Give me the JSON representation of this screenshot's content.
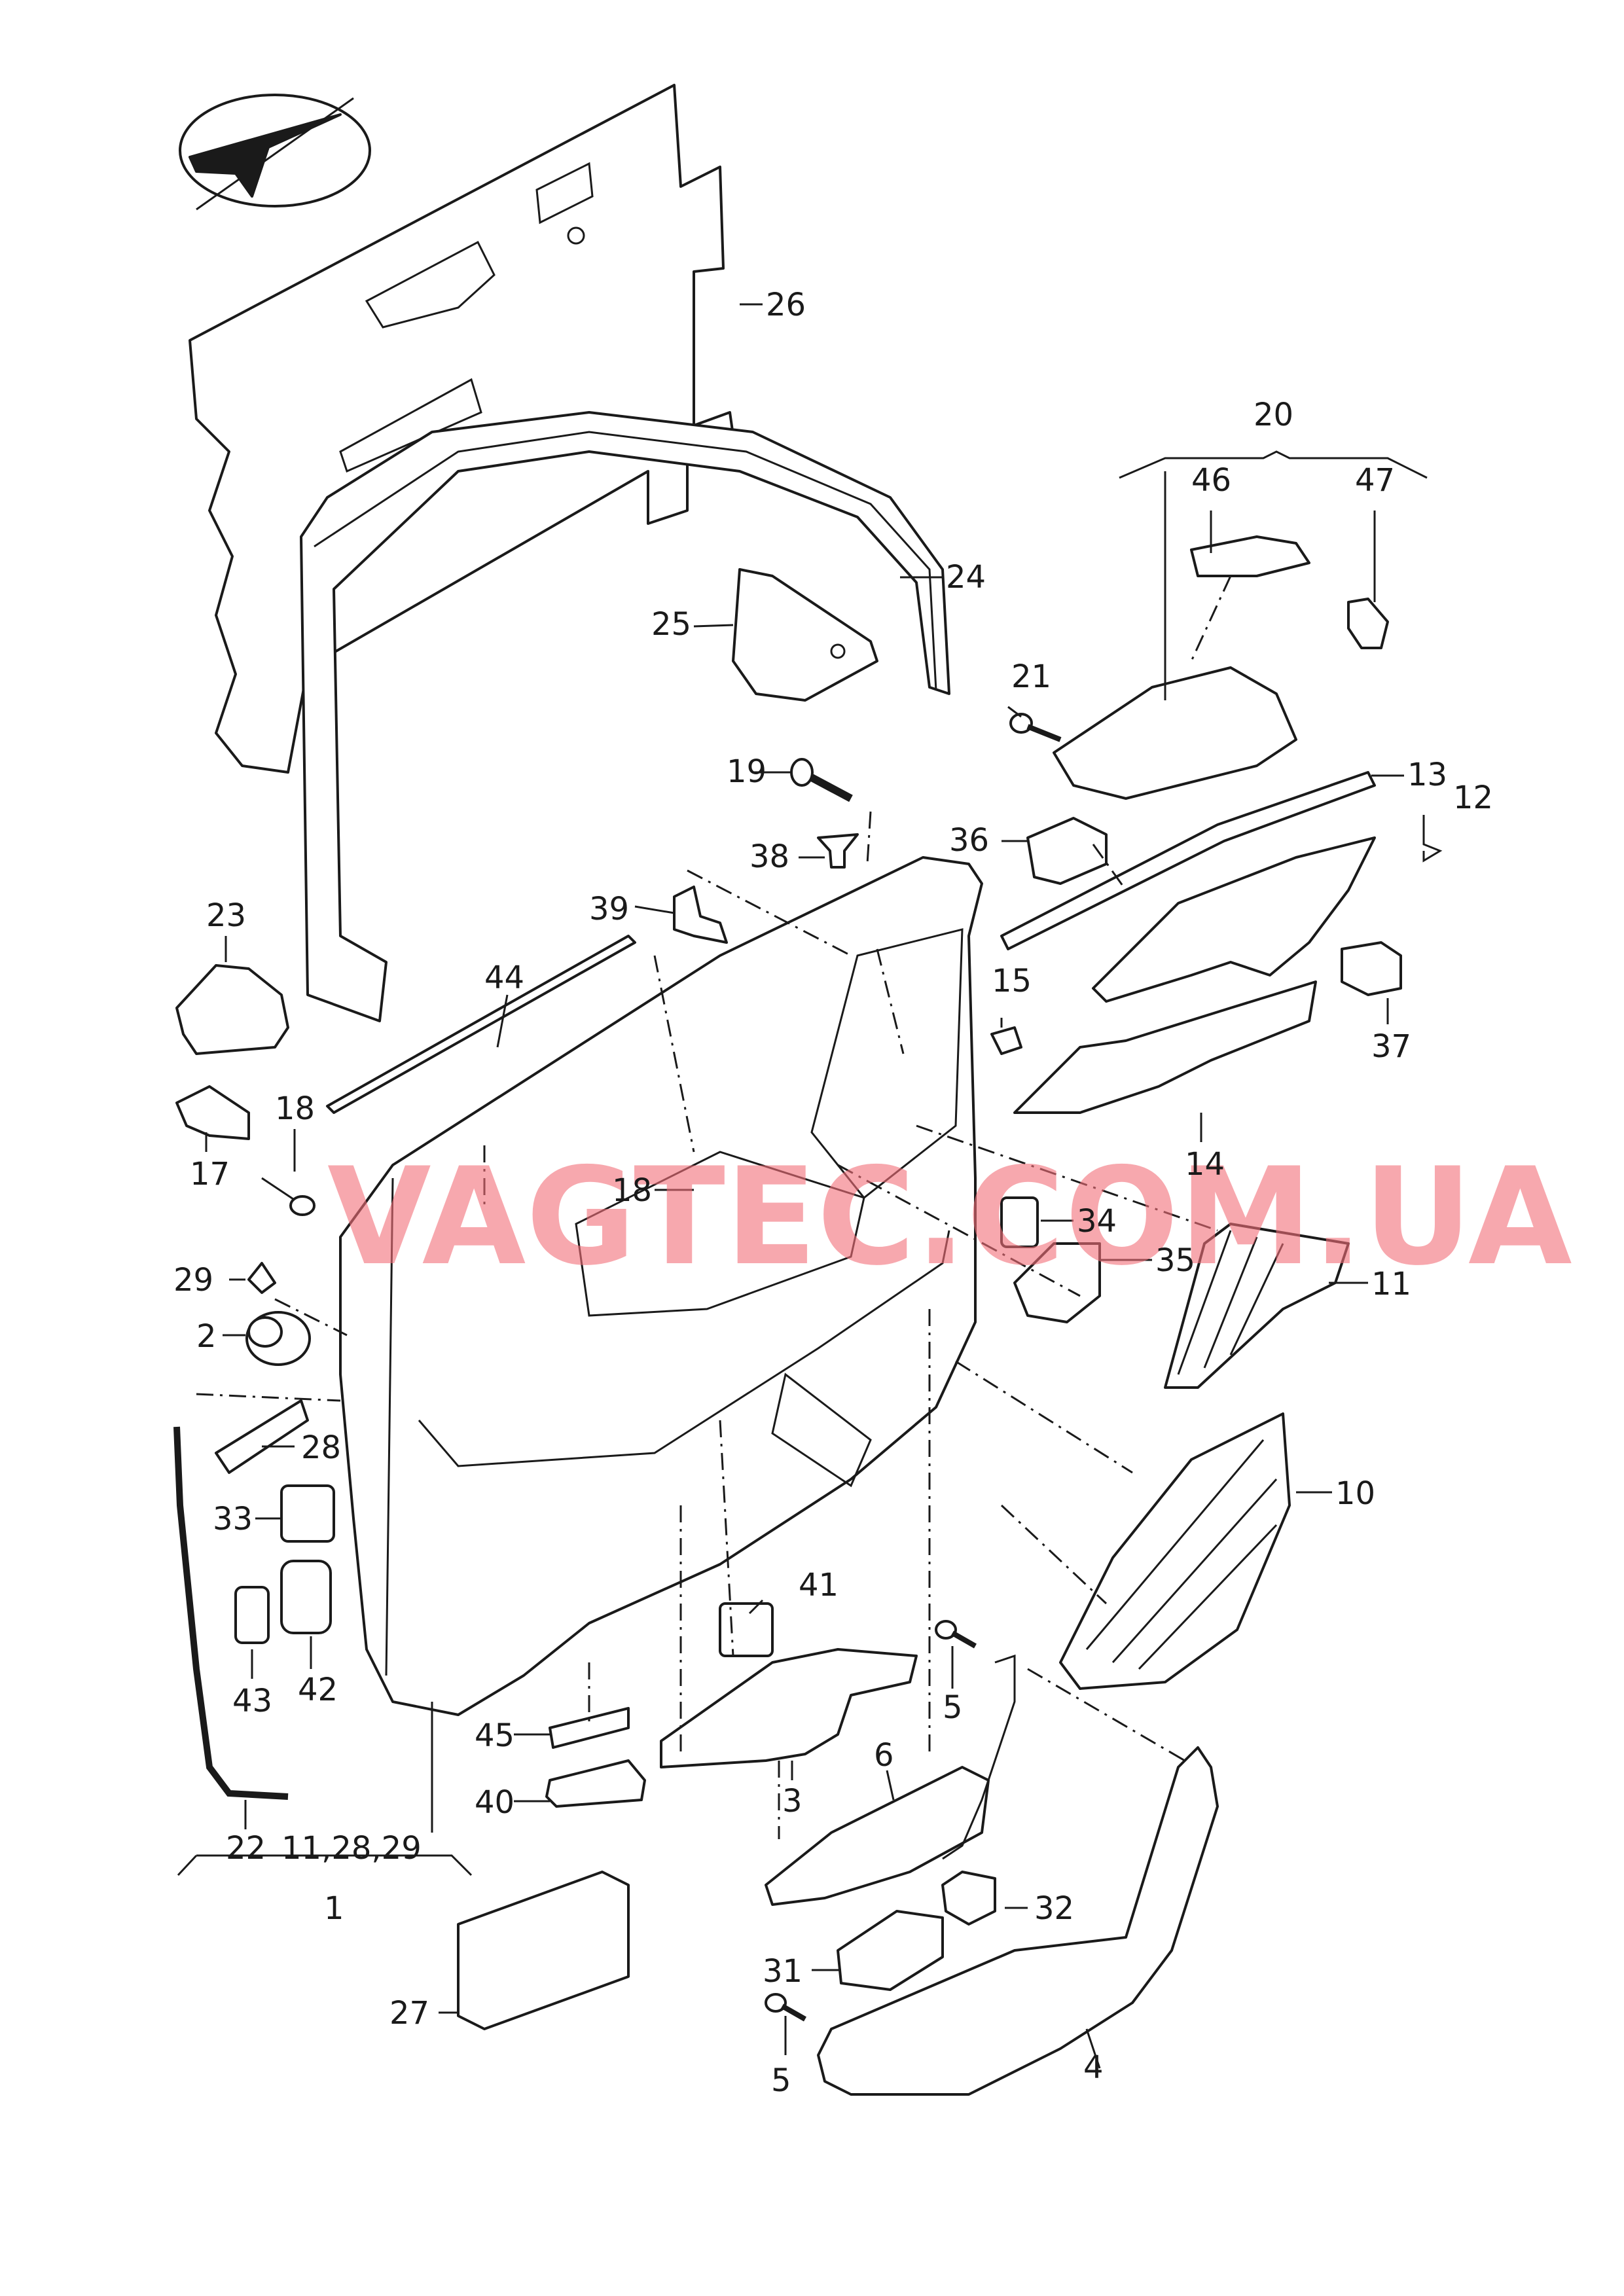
{
  "watermark": "VAGTEC.COM.UA",
  "logo_icon": "check-arrow-orientation-icon",
  "labels": {
    "l1": "1",
    "l2": "2",
    "l3": "3",
    "l4": "4",
    "l5a": "5",
    "l5b": "5",
    "l6": "6",
    "l10": "10",
    "l11": "11",
    "l12": "12",
    "l13": "13",
    "l14": "14",
    "l15": "15",
    "l17": "17",
    "l18a": "18",
    "l18b": "18",
    "l19": "19",
    "l20": "20",
    "l21": "21",
    "l22": "22",
    "l23": "23",
    "l24": "24",
    "l25": "25",
    "l26": "26",
    "l27": "27",
    "l28": "28",
    "l29": "29",
    "l31": "31",
    "l32": "32",
    "l33": "33",
    "l34": "34",
    "l35": "35",
    "l36": "36",
    "l37": "37",
    "l38": "38",
    "l39": "39",
    "l40": "40",
    "l41": "41",
    "l42": "42",
    "l43": "43",
    "l44": "44",
    "l45": "45",
    "l46": "46",
    "l47": "47",
    "l1_group": "11,28,29"
  }
}
